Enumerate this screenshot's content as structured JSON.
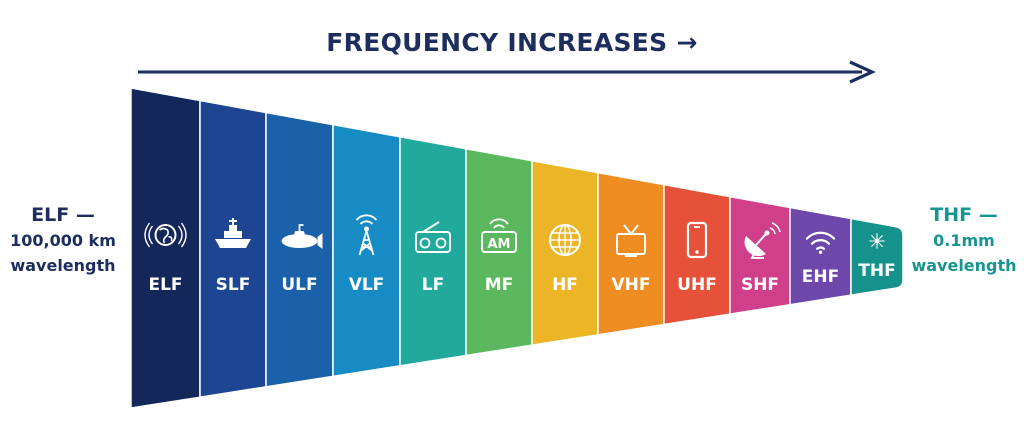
{
  "header": {
    "title": "FREQUENCY INCREASES →"
  },
  "left_note": {
    "line1": "ELF —",
    "line2": "100,000 km",
    "line3": "wavelength"
  },
  "right_note": {
    "line1": "THF —",
    "line2": "0.1mm",
    "line3": "wavelength"
  },
  "bands": [
    {
      "label": "ELF",
      "icon": "globe-field-icon",
      "color": "#13275b"
    },
    {
      "label": "SLF",
      "icon": "ship-icon",
      "color": "#1d4591"
    },
    {
      "label": "ULF",
      "icon": "submarine-icon",
      "color": "#1b61aa"
    },
    {
      "label": "VLF",
      "icon": "radio-tower-icon",
      "color": "#168bc4"
    },
    {
      "label": "LF",
      "icon": "radio-icon",
      "color": "#21a99c"
    },
    {
      "label": "MF",
      "icon": "am-radio-icon",
      "color": "#5bb85e"
    },
    {
      "label": "HF",
      "icon": "globe-icon",
      "color": "#ecb525"
    },
    {
      "label": "VHF",
      "icon": "tv-icon",
      "color": "#ef8c22"
    },
    {
      "label": "UHF",
      "icon": "smartphone-icon",
      "color": "#e65139"
    },
    {
      "label": "SHF",
      "icon": "satellite-dish-icon",
      "color": "#cf3f8a"
    },
    {
      "label": "EHF",
      "icon": "wifi-icon",
      "color": "#6d48aa"
    },
    {
      "label": "THF",
      "icon": "laser-spark-icon",
      "color": "#16928c"
    }
  ],
  "colors": {
    "arrow": "#1c2d5e",
    "band_border": "#ffffff"
  }
}
